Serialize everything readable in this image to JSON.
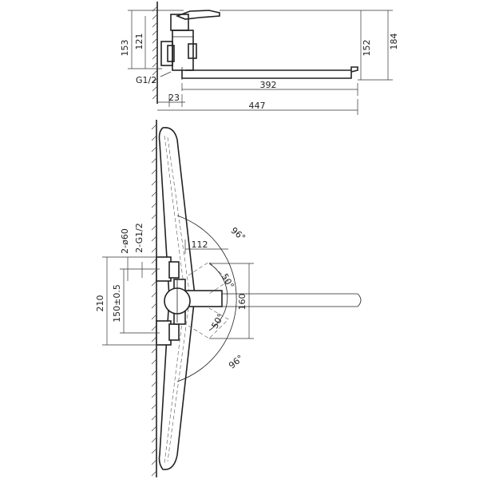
{
  "top_view": {
    "dims": {
      "d153": "153",
      "d121": "121",
      "d152": "152",
      "d184": "184",
      "d392": "392",
      "d23": "23",
      "d447": "447",
      "thread": "G1/2"
    }
  },
  "bottom_view": {
    "dims": {
      "d112": "112",
      "d210": "210",
      "d150": "150±0.5",
      "d160": "160",
      "holes": "2-ø60",
      "threads": "2-G1/2",
      "ang96a": "96°",
      "ang96b": "96°",
      "ang50a": "50°",
      "ang50b": "50°"
    }
  }
}
